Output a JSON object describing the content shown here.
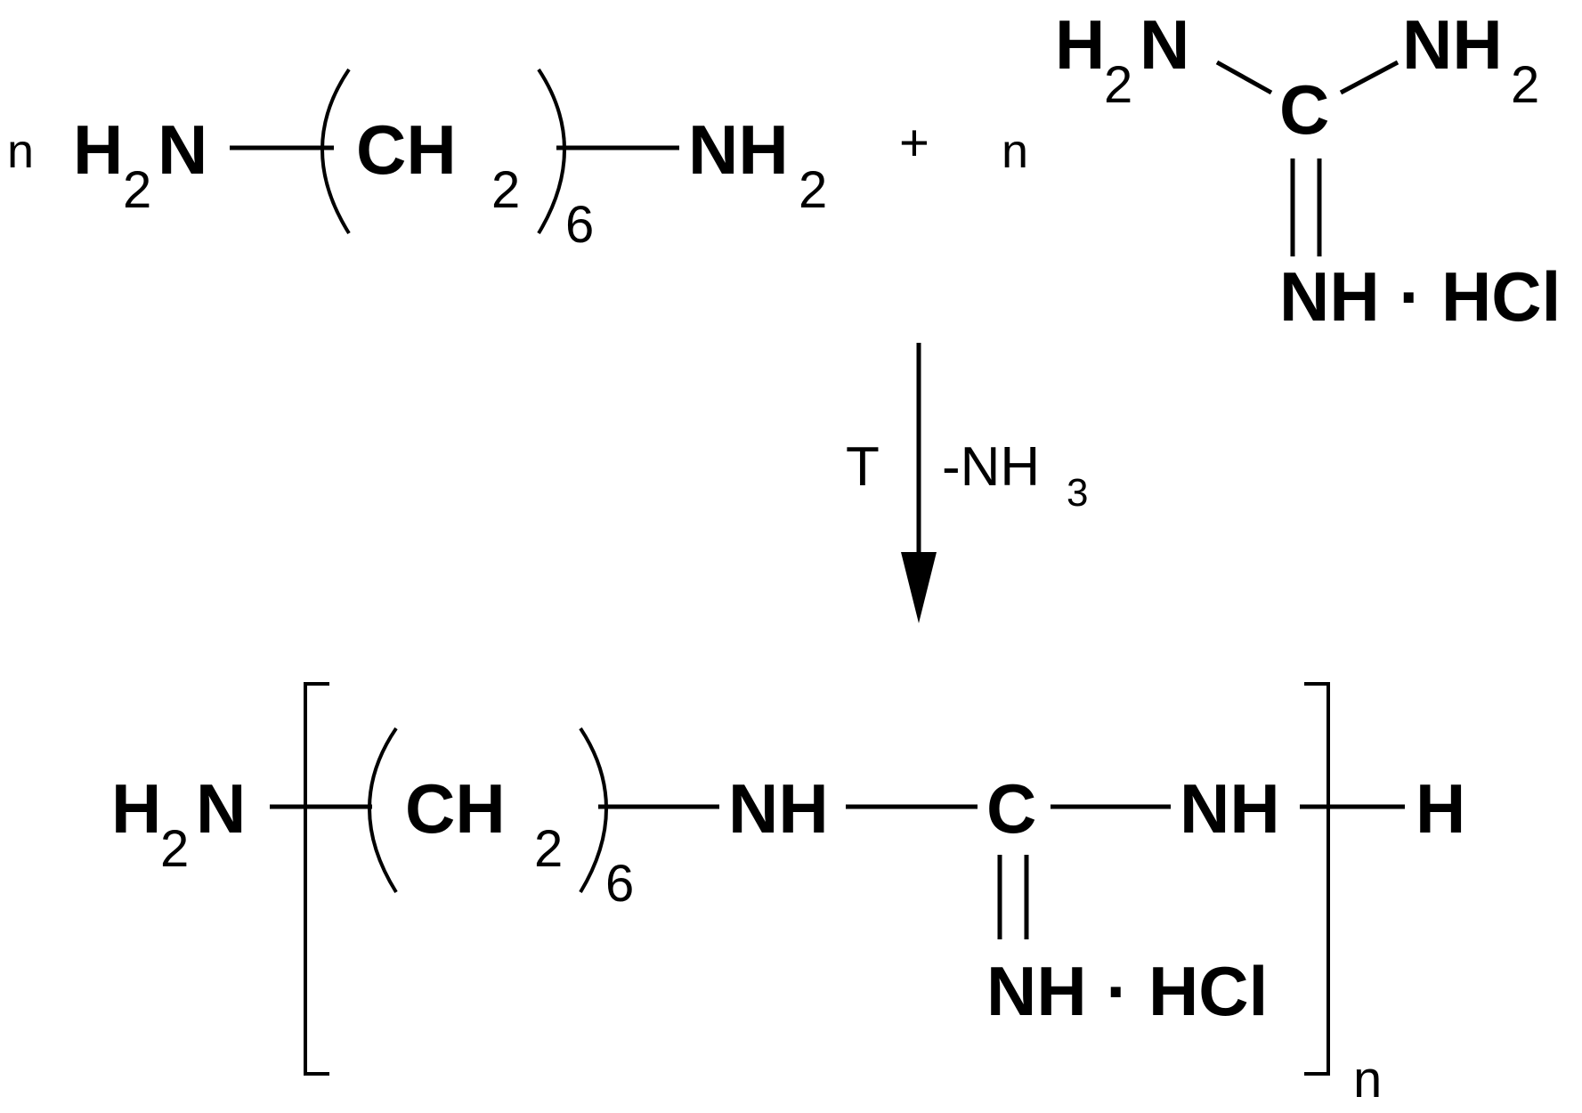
{
  "reactant_1": {
    "coefficient": "n",
    "amine_left": "H",
    "amine_left_sub": "2",
    "amine_left_n": "N",
    "repeat_unit": "CH",
    "repeat_unit_sub": "2",
    "repeat_count": "6",
    "amine_right": "NH",
    "amine_right_sub": "2"
  },
  "plus_sign": "+",
  "reactant_2": {
    "coefficient": "n",
    "left_amine": "H",
    "left_amine_sub": "2",
    "left_amine_n": "N",
    "right_amine": "NH",
    "right_amine_sub": "2",
    "central_carbon": "C",
    "imine_salt": "NH · HCl"
  },
  "reaction_arrow": {
    "condition": "T",
    "byproduct": "-NH",
    "byproduct_sub": "3"
  },
  "product": {
    "end_group_left": "H",
    "end_group_left_sub": "2",
    "end_group_left_n": "N",
    "repeat_unit": "CH",
    "repeat_unit_sub": "2",
    "repeat_count": "6",
    "amine_1": "NH",
    "central_carbon": "C",
    "amine_2": "NH",
    "end_group_right": "H",
    "imine_salt": "NH · HCl",
    "degree_of_polymerization": "n"
  }
}
